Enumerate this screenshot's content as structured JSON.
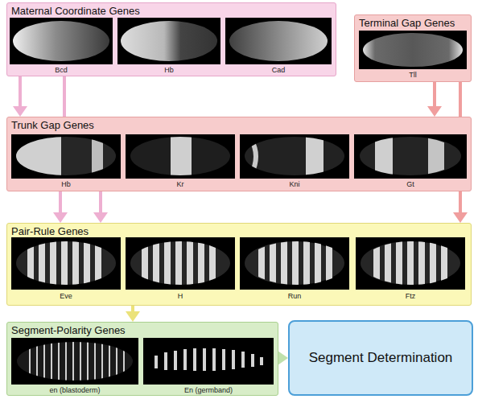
{
  "diagram": {
    "nodes": [
      {
        "text": [
          "Maternal Coordinate Genes"
        ]
      },
      {
        "text": [
          "Terminal Gap Genes"
        ]
      },
      {
        "text": [
          "Trunk Gap Genes"
        ]
      },
      {
        "text": [
          "Pair-Rule Genes"
        ]
      },
      {
        "text": [
          "Segment-Polarity Genes"
        ]
      },
      {
        "text": [
          "Segment Determination"
        ]
      }
    ],
    "edges": [
      {
        "from": 0,
        "to": 2,
        "arrow": "to"
      },
      {
        "from": 0,
        "to": 3,
        "arrow": "to"
      },
      {
        "from": 1,
        "to": 2,
        "arrow": "to"
      },
      {
        "from": 1,
        "to": 3,
        "arrow": "to"
      },
      {
        "from": 2,
        "to": 3,
        "arrow": "to"
      },
      {
        "from": 3,
        "to": 4,
        "arrow": "to"
      },
      {
        "from": 4,
        "to": 5,
        "arrow": "to"
      }
    ],
    "labels": [
      "Bcd",
      "Hb",
      "Cad",
      "Tll",
      "Hb",
      "Kr",
      "Kni",
      "Gt",
      "Eve",
      "H",
      "Run",
      "Ftz",
      "en (blastoderm)",
      "En (germband)"
    ]
  }
}
